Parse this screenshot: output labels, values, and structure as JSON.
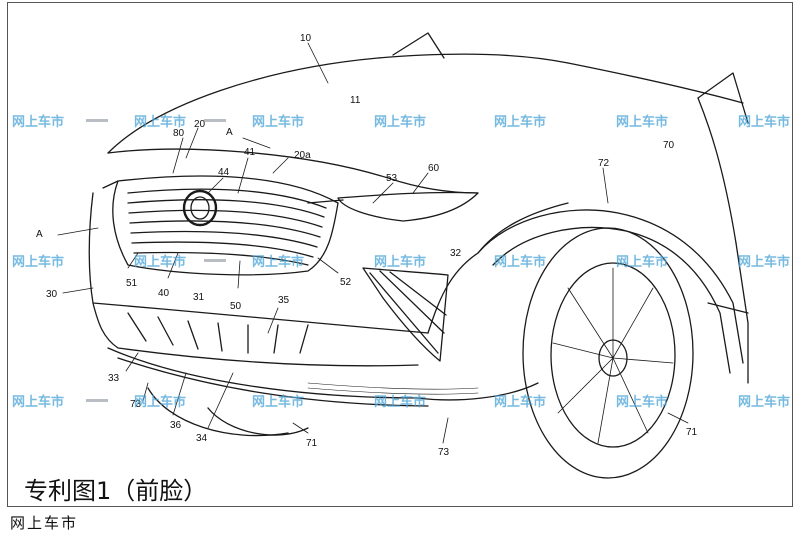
{
  "figure": {
    "caption": "专利图1（前脸）",
    "source_label": "网上车市",
    "watermark_text": "网上车市",
    "reference_numbers": [
      "10",
      "11",
      "20",
      "20a",
      "80",
      "41",
      "44",
      "A",
      "A",
      "60",
      "53",
      "72",
      "70",
      "32",
      "52",
      "51",
      "40",
      "31",
      "50",
      "30",
      "35",
      "33",
      "73",
      "36",
      "34",
      "71",
      "73",
      "71"
    ]
  },
  "colors": {
    "line": "#1a1a1a",
    "watermark": "#4aa3d6",
    "background": "#ffffff"
  }
}
